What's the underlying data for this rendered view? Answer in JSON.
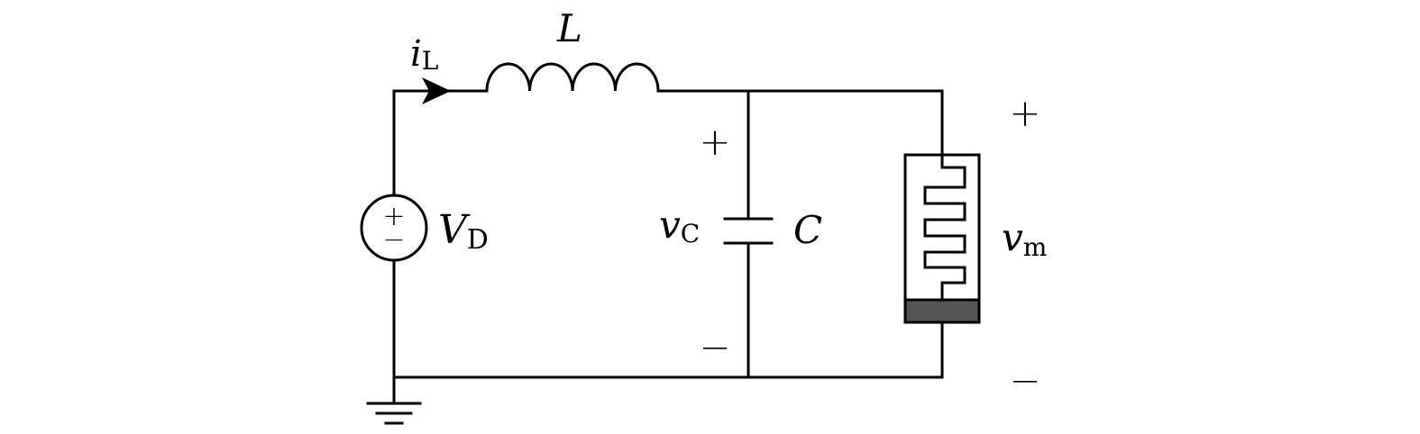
{
  "labels": {
    "current_main": "i",
    "current_sub": "L",
    "inductor": "L",
    "source_main": "V",
    "source_sub": "D",
    "capacitor_voltage_main": "v",
    "capacitor_voltage_sub": "C",
    "capacitor": "C",
    "load_voltage_main": "v",
    "load_voltage_sub": "m",
    "plus": "+",
    "minus": "−"
  },
  "colors": {
    "wire": "#000000",
    "electrode_fill": "#555555"
  }
}
